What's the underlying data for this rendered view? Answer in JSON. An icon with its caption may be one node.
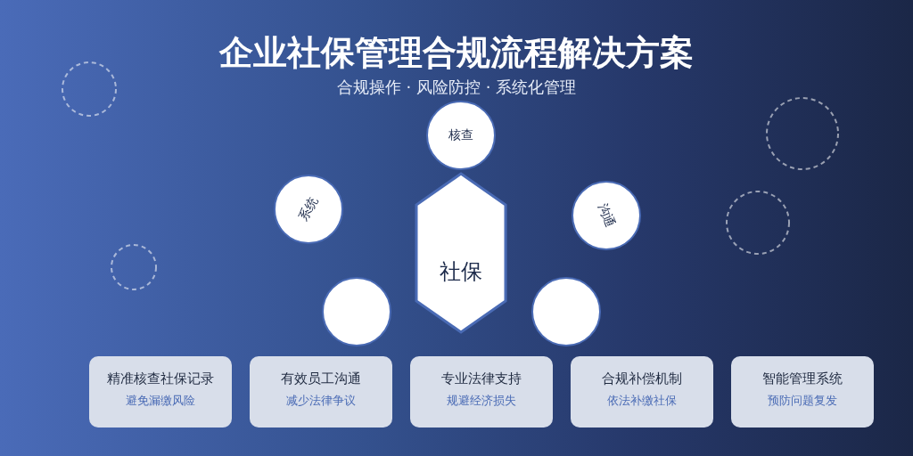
{
  "diagram": {
    "title": "企业社保管理合规流程解决方案",
    "nodes": [
      {
        "text": [
          "核查"
        ]
      },
      {
        "text": [
          "系统"
        ]
      },
      {
        "text": [
          "社保"
        ]
      },
      {
        "text": [
          "沟通"
        ]
      },
      {
        "text": [],
        "shape": "circle"
      },
      {
        "text": [],
        "shape": "circle"
      },
      {
        "text": [
          "精准核查社保记录",
          "避免漏缴风险"
        ]
      },
      {
        "text": [
          "有效员工沟通",
          "减少法律争议"
        ]
      },
      {
        "text": [
          "专业法律支持",
          "规避经济损失"
        ]
      },
      {
        "text": [
          "合规补偿机制",
          "依法补缴社保"
        ]
      },
      {
        "text": [
          "智能管理系统",
          "预防问题复发"
        ]
      }
    ],
    "labels": [
      "合规操作 · 风险防控 · 系统化管理"
    ]
  }
}
